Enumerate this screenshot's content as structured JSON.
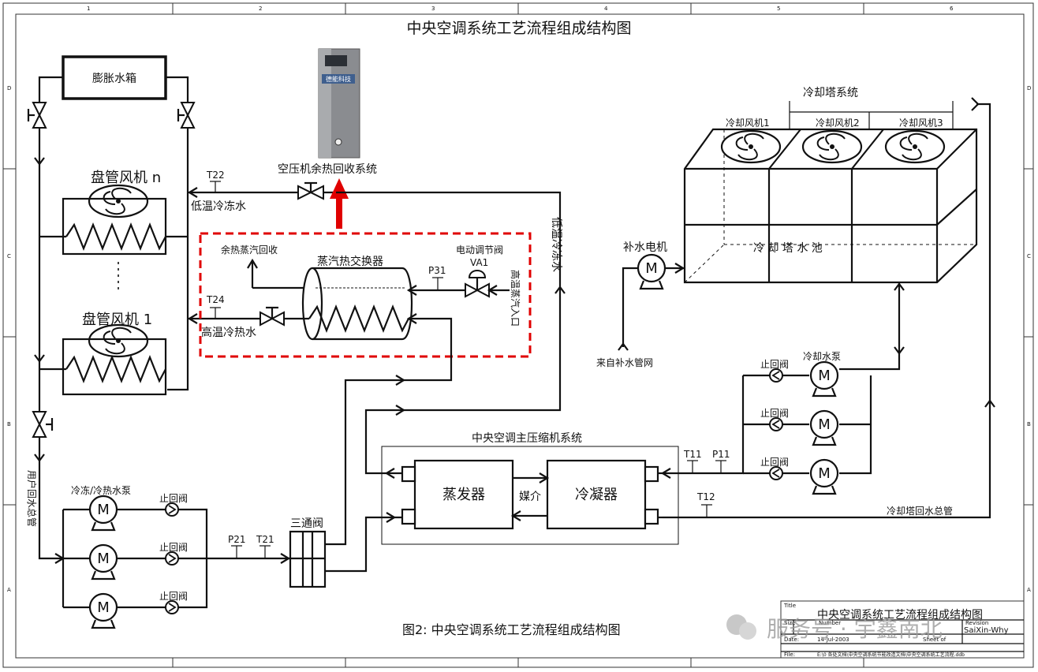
{
  "title": "中央空调系统工艺流程组成结构图",
  "caption": "图2: 中央空调系统工艺流程组成结构图",
  "expansion_tank": "膨胀水箱",
  "fan_coil_n": "盘管风机 n",
  "fan_coil_1": "盘管风机 1",
  "air_compressor_system": "空压机余热回收系统",
  "low_temp_chilled_water": "低温冷冻水",
  "low_temp_chilled_water_vertical": "低温冷冻水",
  "high_temp_hot_water": "高温冷热水",
  "waste_steam_return": "余热蒸汽回收",
  "steam_exchanger": "蒸汽热交换器",
  "electric_valve": "电动调节阀",
  "va1": "VA1",
  "high_temp_steam_inlet": "高温蒸汽入口",
  "sensors": {
    "t22": "T22",
    "t24": "T24",
    "p31": "P31",
    "p21": "P21",
    "t21": "T21",
    "t11": "T11",
    "p11": "P11",
    "t12": "T12"
  },
  "cooling_tower_system": "冷却塔系统",
  "cooling_fans": [
    "冷却风机1",
    "冷却风机2",
    "冷却风机3"
  ],
  "cooling_tower_pool": "冷 却 塔 水 池",
  "makeup_motor": "补水电机",
  "makeup_source": "来自补水管网",
  "cooling_pump": "冷却水泵",
  "check_valve": "止回阀",
  "central_compressor_system": "中央空调主压缩机系统",
  "evaporator": "蒸发器",
  "condenser": "冷凝器",
  "medium": "媒介",
  "cooling_tower_return_main": "冷却塔回水总管",
  "chilled_pump": "冷冻/冷热水泵",
  "user_return_main": "用户回水总管",
  "three_way_valve": "三通阀",
  "motor_letter": "M",
  "cabinet_brand": "德能科技",
  "title_block": {
    "title_label": "Title",
    "title": "中央空调系统工艺流程组成结构图",
    "size_label": "Size",
    "number_label": "Number",
    "revision_label": "Revision",
    "revision": "SaiXin-Why",
    "date_label": "Date:",
    "date": "14-Jul-2003",
    "sheet_label": "Sheet of",
    "file_label": "File:",
    "file": "E:\\0 各处文档\\中央空调系统节能改造文档\\中央空调系统工艺流程.ddb"
  },
  "watermark": "服务号 · 宇鑫南北",
  "border_numbers": [
    "1",
    "2",
    "3",
    "4",
    "5",
    "6"
  ],
  "border_letters": [
    "D",
    "C",
    "B",
    "A"
  ]
}
